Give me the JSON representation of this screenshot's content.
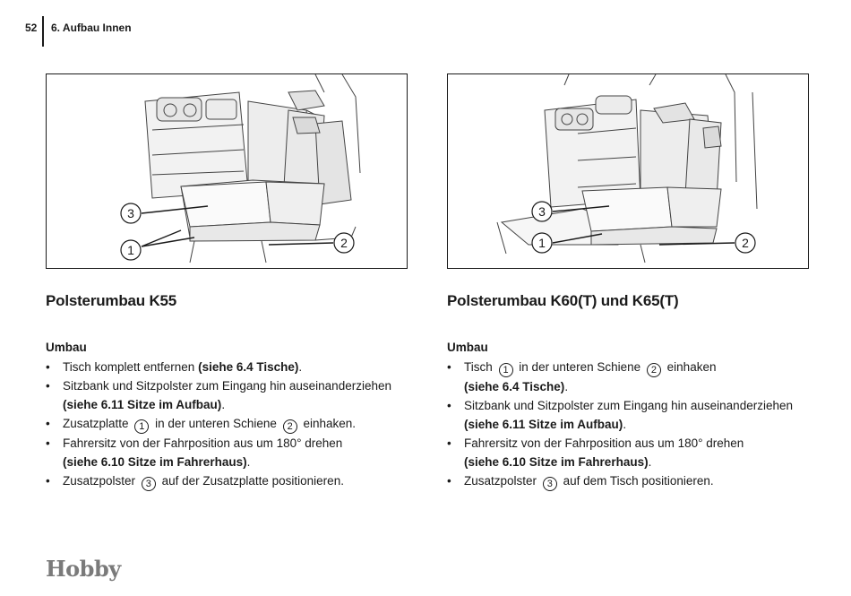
{
  "header": {
    "page_number": "52",
    "section": "6. Aufbau Innen"
  },
  "figures": {
    "left": {
      "callouts": [
        "3",
        "1",
        "2"
      ]
    },
    "right": {
      "callouts": [
        "3",
        "1",
        "2"
      ]
    }
  },
  "left": {
    "title": "Polsterumbau K55",
    "subheading": "Umbau",
    "items": [
      {
        "pre": "Tisch komplett entfernen ",
        "bold": "(siehe 6.4 Tische)",
        "post": "."
      },
      {
        "pre": "Sitzbank und Sitzpolster zum Eingang hin auseinanderziehen",
        "bold": "(siehe 6.11 Sitze im Aufbau)",
        "post": "."
      },
      {
        "pre": "Zusatzplatte",
        "num1": "1",
        "mid": "in der unteren Schiene",
        "num2": "2",
        "post": "einhaken."
      },
      {
        "pre": "Fahrersitz von der Fahrposition aus um 180° drehen",
        "bold": "(siehe 6.10 Sitze im Fahrerhaus)",
        "post": "."
      },
      {
        "pre": "Zusatzpolster",
        "num": "3",
        "post": "auf der Zusatzplatte positionieren."
      }
    ]
  },
  "right": {
    "title": "Polsterumbau K60(T) und K65(T)",
    "subheading": "Umbau",
    "items": [
      {
        "pre": "Tisch",
        "num1": "1",
        "mid": "in der unteren Schiene",
        "num2": "2",
        "post": "einhaken",
        "bold": "(siehe 6.4 Tische)",
        "post2": "."
      },
      {
        "pre": "Sitzbank und Sitzpolster zum Eingang hin auseinanderziehen",
        "bold": "(siehe 6.11 Sitze im Aufbau)",
        "post": "."
      },
      {
        "pre": "Fahrersitz von der Fahrposition aus um 180° drehen",
        "bold": "(siehe 6.10 Sitze im Fahrerhaus)",
        "post": "."
      },
      {
        "pre": "Zusatzpolster",
        "num": "3",
        "post": "auf dem Tisch positionieren."
      }
    ]
  },
  "footer": {
    "brand": "Hobby"
  }
}
